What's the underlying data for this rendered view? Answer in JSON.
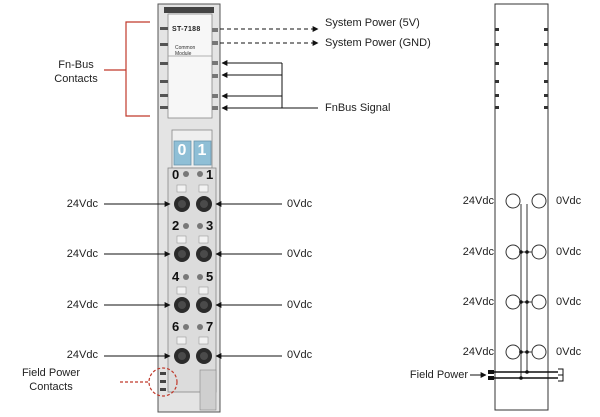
{
  "module": {
    "model": "ST-7188",
    "subtitle_line1": "Common",
    "subtitle_line2": "Module",
    "led_digits": [
      "0",
      "1"
    ],
    "channel_numbers": [
      "0",
      "1",
      "2",
      "3",
      "4",
      "5",
      "6",
      "7"
    ]
  },
  "labels": {
    "fnbus_contacts_line1": "Fn-Bus",
    "fnbus_contacts_line2": "Contacts",
    "system_power_5v": "System Power (5V)",
    "system_power_gnd": "System Power (GND)",
    "fnbus_signal": "FnBus Signal",
    "field_power_contacts_line1": "Field Power",
    "field_power_contacts_line2": "Contacts",
    "field_power": "Field Power"
  },
  "left_terminals": [
    "24Vdc",
    "24Vdc",
    "24Vdc",
    "24Vdc"
  ],
  "right_terminals": [
    "0Vdc",
    "0Vdc",
    "0Vdc",
    "0Vdc"
  ],
  "schematic": {
    "left_terminals": [
      "24Vdc",
      "24Vdc",
      "24Vdc",
      "24Vdc"
    ],
    "right_terminals": [
      "0Vdc",
      "0Vdc",
      "0Vdc",
      "0Vdc"
    ]
  },
  "colors": {
    "bracket_red": "#c0392b",
    "led_blue": "#8fbfd6",
    "module_gray": "#d6d6d6"
  }
}
